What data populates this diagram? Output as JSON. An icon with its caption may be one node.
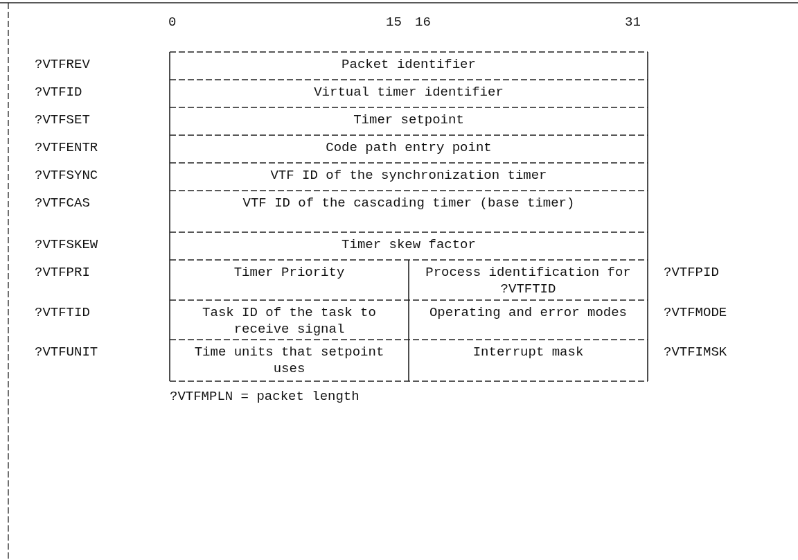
{
  "diagram": {
    "labels": [
      "0",
      "15",
      "16",
      "31",
      "?VTFREV",
      "Packet identifier",
      "?VTFID",
      "Virtual timer identifier",
      "?VTFSET",
      "Timer setpoint",
      "?VTFENTR",
      "Code path entry point",
      "?VTFSYNC",
      "VTF ID of the synchronization timer",
      "?VTFCAS",
      "VTF ID of the cascading timer (base timer)",
      "?VTFSKEW",
      "Timer skew factor",
      "?VTFPRI",
      "Timer Priority",
      "Process identification for ?VTFTID",
      "?VTFPID",
      "?VTFTID",
      "Task ID of the task to receive signal",
      "Operating and error modes",
      "?VTFMODE",
      "?VTFUNIT",
      "Time units that setpoint uses",
      "Interrupt mask",
      "?VTFIMSK",
      "?VTFMPLN = packet length"
    ]
  }
}
